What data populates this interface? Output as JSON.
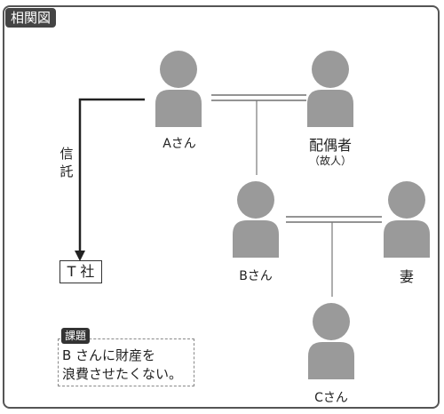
{
  "title": "相関図",
  "people": {
    "a": {
      "label": "Aさん"
    },
    "spouse": {
      "label": "配偶者",
      "note": "（故人）"
    },
    "b": {
      "label": "Bさん"
    },
    "wife": {
      "label": "妻"
    },
    "c": {
      "label": "Cさん"
    }
  },
  "trust": {
    "char1": "信",
    "char2": "託"
  },
  "company": "T 社",
  "task": {
    "tag": "課題",
    "line1": "B さんに財産を",
    "line2": "浪費させたくない。"
  },
  "colors": {
    "person": "#9a9a9a",
    "frame": "#555555",
    "tag": "#444444"
  }
}
